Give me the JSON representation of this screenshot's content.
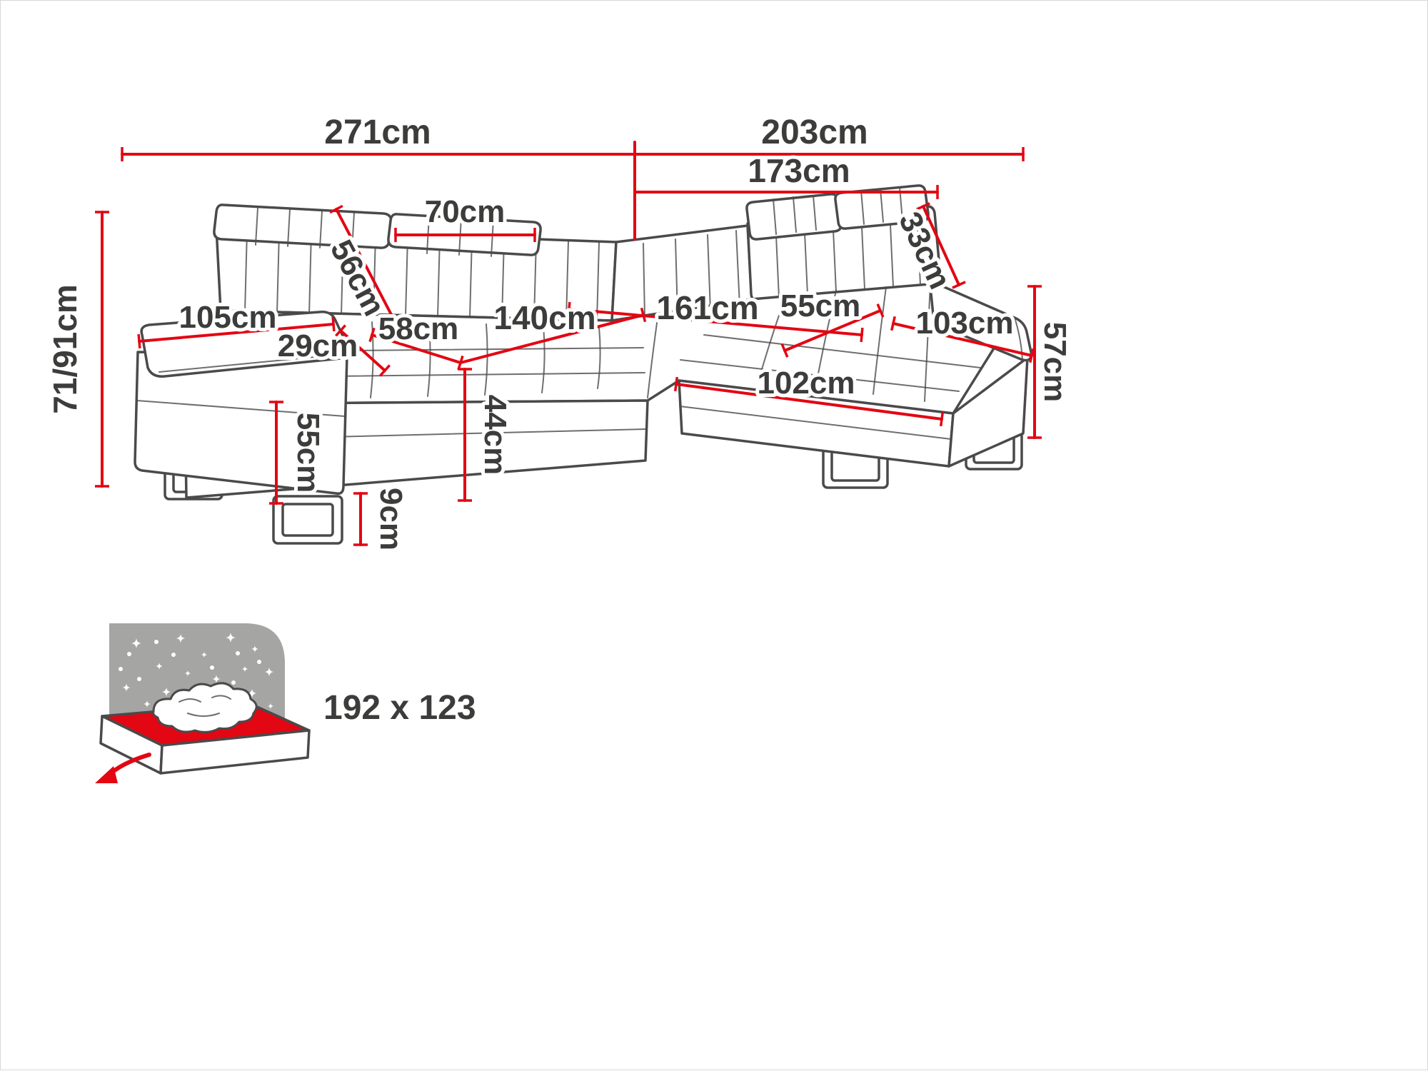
{
  "diagram_title": "corner-sofa-dimensions-diagram",
  "colors": {
    "accent_red": "#e30613",
    "outline_gray": "#4a4a4a",
    "label_dark": "#3c3c3b",
    "icon_gray": "#a5a5a4"
  },
  "labels": {
    "total_width_left": "271cm",
    "total_width_right": "203cm",
    "inner_width_right": "173cm",
    "headrest_width": "70cm",
    "backrest_height": "56cm",
    "armrest_length": "105cm",
    "armrest_width": "29cm",
    "seat_depth_left": "58cm",
    "seat_width_left": "140cm",
    "seat_width_right": "161cm",
    "seat_depth_right": "55cm",
    "backrest_depth_right": "33cm",
    "chaise_length": "103cm",
    "chaise_front_length": "102cm",
    "overall_height": "71/91cm",
    "armrest_height": "55cm",
    "seat_height": "44cm",
    "leg_height": "9cm",
    "side_height_right": "57cm",
    "sleeping_area": "192 x 123"
  },
  "icons": {
    "sleeping_function": "bed-with-stars-icon"
  }
}
